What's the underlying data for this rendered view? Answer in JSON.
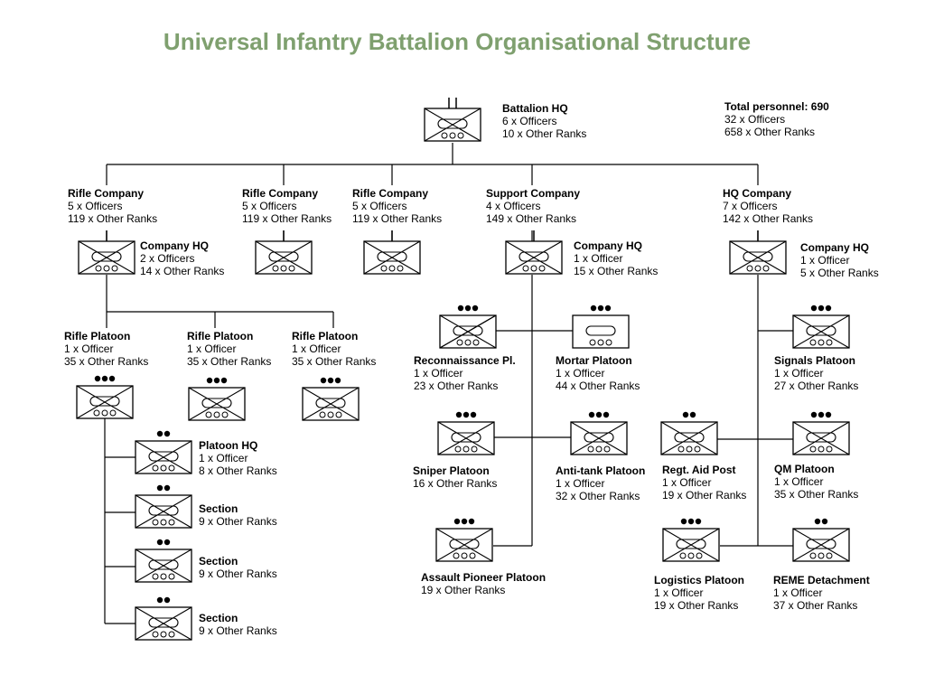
{
  "title": "Universal Infantry Battalion Organisational Structure",
  "colors": {
    "title": "#7fa06f",
    "line": "#000000"
  },
  "totals": {
    "title": "Total personnel: 690",
    "lines": [
      "32 x Officers",
      "658 x Other Ranks"
    ]
  },
  "units": [
    {
      "id": "bhq",
      "name": "Battalion HQ",
      "lines": [
        "6 x Officers",
        "10 x Other Ranks"
      ],
      "symbol": "infantry-hq",
      "echelon": "battalion"
    },
    {
      "id": "rc1",
      "name": "Rifle Company",
      "lines": [
        "5 x Officers",
        "119 x Other Ranks"
      ],
      "symbol": "infantry",
      "echelon": "company"
    },
    {
      "id": "rc2",
      "name": "Rifle Company",
      "lines": [
        "5 x Officers",
        "119 x Other Ranks"
      ],
      "symbol": "infantry",
      "echelon": "company"
    },
    {
      "id": "rc3",
      "name": "Rifle Company",
      "lines": [
        "5 x Officers",
        "119 x Other Ranks"
      ],
      "symbol": "infantry",
      "echelon": "company"
    },
    {
      "id": "sc",
      "name": "Support Company",
      "lines": [
        "4 x Officers",
        "149 x Other Ranks"
      ],
      "symbol": "infantry",
      "echelon": "company"
    },
    {
      "id": "hqc",
      "name": "HQ Company",
      "lines": [
        "7 x Officers",
        "142 x Other Ranks"
      ],
      "symbol": "infantry",
      "echelon": "company"
    },
    {
      "id": "rc1hq",
      "name": "Company HQ",
      "lines": [
        "2 x Officers",
        "14 x Other Ranks"
      ],
      "symbol": "infantry",
      "echelon": "company"
    },
    {
      "id": "schq",
      "name": "Company HQ",
      "lines": [
        "1 x Officer",
        "15 x Other Ranks"
      ],
      "symbol": "infantry",
      "echelon": "company"
    },
    {
      "id": "hqchq",
      "name": "Company HQ",
      "lines": [
        "1 x Officer",
        "5 x Other Ranks"
      ],
      "symbol": "infantry",
      "echelon": "company"
    },
    {
      "id": "rp1",
      "name": "Rifle Platoon",
      "lines": [
        "1 x Officer",
        "35 x Other Ranks"
      ],
      "symbol": "infantry",
      "echelon": "platoon"
    },
    {
      "id": "rp2",
      "name": "Rifle Platoon",
      "lines": [
        "1 x Officer",
        "35 x Other Ranks"
      ],
      "symbol": "infantry",
      "echelon": "platoon"
    },
    {
      "id": "rp3",
      "name": "Rifle Platoon",
      "lines": [
        "1 x Officer",
        "35 x Other Ranks"
      ],
      "symbol": "infantry",
      "echelon": "platoon"
    },
    {
      "id": "phq",
      "name": "Platoon HQ",
      "lines": [
        "1 x Officer",
        "8 x Other Ranks"
      ],
      "symbol": "infantry",
      "echelon": "section"
    },
    {
      "id": "sec1",
      "name": "Section",
      "lines": [
        "9 x Other Ranks"
      ],
      "symbol": "infantry",
      "echelon": "section"
    },
    {
      "id": "sec2",
      "name": "Section",
      "lines": [
        "9 x Other Ranks"
      ],
      "symbol": "infantry",
      "echelon": "section"
    },
    {
      "id": "sec3",
      "name": "Section",
      "lines": [
        "9 x Other Ranks"
      ],
      "symbol": "infantry",
      "echelon": "section"
    },
    {
      "id": "recce",
      "name": "Reconnaissance Pl.",
      "lines": [
        "1 x Officer",
        "23 x Other Ranks"
      ],
      "symbol": "recce",
      "echelon": "platoon"
    },
    {
      "id": "mortar",
      "name": "Mortar Platoon",
      "lines": [
        "1 x Officer",
        "44 x Other Ranks"
      ],
      "symbol": "tracked",
      "echelon": "platoon"
    },
    {
      "id": "sniper",
      "name": "Sniper Platoon",
      "lines": [
        "16 x Other Ranks"
      ],
      "symbol": "infantry",
      "echelon": "platoon"
    },
    {
      "id": "at",
      "name": "Anti-tank Platoon",
      "lines": [
        "1 x Officer",
        "32 x Other Ranks"
      ],
      "symbol": "infantry",
      "echelon": "platoon"
    },
    {
      "id": "pioneer",
      "name": "Assault Pioneer Platoon",
      "lines": [
        "19 x Other Ranks"
      ],
      "symbol": "infantry",
      "echelon": "platoon"
    },
    {
      "id": "signals",
      "name": "Signals Platoon",
      "lines": [
        "1 x Officer",
        "27 x Other Ranks"
      ],
      "symbol": "infantry",
      "echelon": "platoon"
    },
    {
      "id": "rap",
      "name": "Regt. Aid Post",
      "lines": [
        "1 x Officer",
        "19 x Other Ranks"
      ],
      "symbol": "infantry",
      "echelon": "section"
    },
    {
      "id": "qm",
      "name": "QM Platoon",
      "lines": [
        "1 x Officer",
        "35 x Other Ranks"
      ],
      "symbol": "infantry",
      "echelon": "platoon"
    },
    {
      "id": "logistics",
      "name": "Logistics Platoon",
      "lines": [
        "1 x Officer",
        "19 x Other Ranks"
      ],
      "symbol": "infantry",
      "echelon": "platoon"
    },
    {
      "id": "reme",
      "name": "REME Detachment",
      "lines": [
        "1 x Officer",
        "37 x Other Ranks"
      ],
      "symbol": "infantry",
      "echelon": "section"
    }
  ],
  "links": [
    [
      "bhq",
      "rc1"
    ],
    [
      "bhq",
      "rc2"
    ],
    [
      "bhq",
      "rc3"
    ],
    [
      "bhq",
      "sc"
    ],
    [
      "bhq",
      "hqc"
    ],
    [
      "rc1",
      "rc1hq"
    ],
    [
      "sc",
      "schq"
    ],
    [
      "hqc",
      "hqchq"
    ],
    [
      "rc1hq",
      "rp1"
    ],
    [
      "rc1hq",
      "rp2"
    ],
    [
      "rc1hq",
      "rp3"
    ],
    [
      "rp1",
      "phq"
    ],
    [
      "rp1",
      "sec1"
    ],
    [
      "rp1",
      "sec2"
    ],
    [
      "rp1",
      "sec3"
    ],
    [
      "schq",
      "recce"
    ],
    [
      "schq",
      "mortar"
    ],
    [
      "schq",
      "sniper"
    ],
    [
      "schq",
      "at"
    ],
    [
      "schq",
      "pioneer"
    ],
    [
      "hqchq",
      "signals"
    ],
    [
      "hqchq",
      "rap"
    ],
    [
      "hqchq",
      "qm"
    ],
    [
      "hqchq",
      "logistics"
    ],
    [
      "hqchq",
      "reme"
    ]
  ]
}
